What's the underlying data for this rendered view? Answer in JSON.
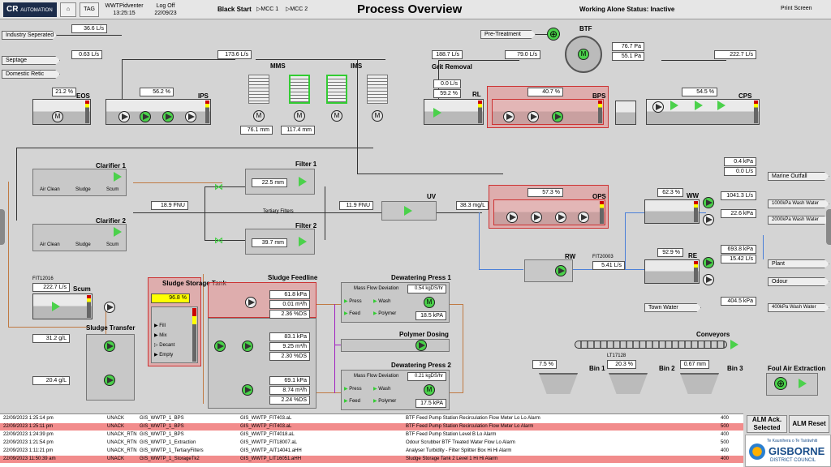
{
  "header": {
    "logo": "CR",
    "logo_sub": "AUTOMATION",
    "tag": "TAG",
    "user": "WWTPidventer",
    "time": "13:25:15",
    "logoff": "Log Off",
    "date": "22/09/23",
    "black_start": "Black Start",
    "mcc1": "MCC 1",
    "mcc2": "MCC 2",
    "title": "Process Overview",
    "working_alone": "Working Alone Status: Inactive",
    "print": "Print Screen"
  },
  "inflows": {
    "industry": "Industry Seperated",
    "industry_val": "36.6 L/s",
    "septage": "Septage",
    "septage_val": "0.63 L/s",
    "domestic": "Domestic Retic",
    "mms_val": "173.6 L/s"
  },
  "eos": {
    "label": "EOS",
    "pct": "21.2 %"
  },
  "ips": {
    "label": "IPS",
    "pct": "56.2 %"
  },
  "mms": {
    "label": "MMS",
    "level": "76.1 mm"
  },
  "ims": {
    "label": "IMS",
    "level": "117.4 mm"
  },
  "grit": {
    "label": "Grit Removal",
    "flow": "188.7 L/s",
    "val1": "0.0 L/s",
    "val2": "59.2 %",
    "rl": "RL"
  },
  "pretreat": {
    "label": "Pre-Treatment Odour"
  },
  "btf": {
    "label": "BTF",
    "flow": "79.0 L/s",
    "p1": "76.7 Pa",
    "p2": "55.1 Pa"
  },
  "bps": {
    "label": "BPS",
    "pct": "40.7 %"
  },
  "cps": {
    "label": "CPS",
    "pct": "54.5 %",
    "flow": "222.7 L/s"
  },
  "clarifier1": {
    "label": "Clarifier 1",
    "air": "Air Clean",
    "sludge": "Sludge",
    "scum": "Scum"
  },
  "clarifier2": {
    "label": "Clarifier 2",
    "air": "Air Clean",
    "sludge": "Sludge",
    "scum": "Scum"
  },
  "fnu1": "18.9 FNU",
  "filter1": {
    "label": "Filter 1",
    "val": "22.5 mm"
  },
  "filter2": {
    "label": "Filter 2",
    "val": "39.7 mm"
  },
  "tertiary": "Tertiary Filters",
  "fnu2": "11.9 FNU",
  "uv": {
    "label": "UV",
    "val": "38.3 mg/L"
  },
  "ops": {
    "label": "OPS",
    "pct": "57.3 %"
  },
  "marine": {
    "label": "Marine Outfall",
    "kpa": "0.4 kPa",
    "ls": "0.0 L/s"
  },
  "ww": {
    "label": "WW",
    "pct": "62.3 %",
    "flow": "1041.3 L/s",
    "kpa": "22.6 kPa",
    "o1": "1000kPa Wash Water",
    "o2": "2000kPa Wash Water"
  },
  "rw": {
    "label": "RW",
    "fit": "FIT20003",
    "flow": "5.41 L/s"
  },
  "re": {
    "label": "RE",
    "pct": "92.9 %",
    "v1": "693.8 kPa",
    "v2": "15.42 L/s",
    "o1": "Plant",
    "o2": "Odour"
  },
  "town": {
    "label": "Town Water",
    "val": "404.5 kPa",
    "out": "400kPa Wash Water"
  },
  "scum": {
    "label": "Scum",
    "fit": "FIT12016",
    "flow": "222.7 L/s"
  },
  "sludge_transfer": {
    "label": "Sludge Transfer",
    "v1": "31.2 g/L",
    "v2": "20.4 g/L"
  },
  "sst": {
    "label": "Sludge Storage Tank",
    "pct": "96.8 %",
    "fill": "Fill",
    "mix": "Mix",
    "decant": "Decant",
    "empty": "Empty"
  },
  "feedline": {
    "label": "Sludge Feedline",
    "a1": "61.8 kPa",
    "a2": "0.01 m³/h",
    "a3": "2.36 %DS",
    "b1": "83.1 kPa",
    "b2": "9.25 m³/h",
    "b3": "2.30 %DS",
    "c1": "69.1 kPa",
    "c2": "8.74 m³/h",
    "c3": "2.24 %DS"
  },
  "dp1": {
    "label": "Dewatering Press 1",
    "mfd": "Mass Flow Deviation",
    "mfd_val": "0.54 kgDS/hr",
    "press": "Press",
    "wash": "Wash",
    "feed": "Feed",
    "polymer": "Polymer",
    "kpa": "18.5 kPA"
  },
  "polymer_dosing": "Polymer Dosing",
  "dp2": {
    "label": "Dewatering Press 2",
    "mfd": "Mass Flow Deviation",
    "mfd_val": "0.21 kgDS/hr",
    "press": "Press",
    "wash": "Wash",
    "feed": "Feed",
    "polymer": "Polymer",
    "kpa": "17.5 kPA"
  },
  "conveyors": "Conveyors",
  "bins": {
    "b1": "Bin 1",
    "b1v": "7.5 %",
    "b2": "Bin 2",
    "b2v": "20.3 %",
    "lt": "LT17128",
    "b3": "Bin 3",
    "b3v": "0.67 mm"
  },
  "foul": "Foul Air Extraction",
  "alarm_buttons": {
    "ack": "ALM Ack. Selected",
    "reset": "ALM Reset"
  },
  "council": {
    "maori": "Te Kaunihera o Te Tairāwhiti",
    "name": "GISBORNE",
    "sub": "DISTRICT COUNCIL"
  },
  "alarms": [
    {
      "time": "22/09/2023 1:25:14 pm",
      "state": "UNACK",
      "group": "GIS_WWTP_1_BPS",
      "tag": "GIS_WWTP_FIT403.aL",
      "desc": "BTF Feed Pump Station Recirculation Flow Meter Lo Lo Alarm",
      "pri": "400"
    },
    {
      "time": "22/09/2023 1:25:11 pm",
      "state": "UNACK",
      "group": "GIS_WWTP_1_BPS",
      "tag": "GIS_WWTP_FIT403.aL",
      "desc": "BTF Feed Pump Station Recirculation Flow Meter Lo Alarm",
      "pri": "500"
    },
    {
      "time": "22/09/2023 1:24:39 pm",
      "state": "UNACK_RTN",
      "group": "GIS_WWTP_1_BPS",
      "tag": "GIS_WWTP_FIT4018.aL",
      "desc": "BTF Feed Pump Station Level B Lo Alarm",
      "pri": "400"
    },
    {
      "time": "22/09/2023 1:21:54 pm",
      "state": "UNACK_RTN",
      "group": "GIS_WWTP_1_Extraction",
      "tag": "GIS_WWTP_FIT18007.aL",
      "desc": "Odour Scrubber BTF Treated Water Flow Lo Alarm",
      "pri": "500"
    },
    {
      "time": "22/09/2023 1:11:21 pm",
      "state": "UNACK_RTN",
      "group": "GIS_WWTP_1_TertiaryFilters",
      "tag": "GIS_WWTP_AIT14041.aHH",
      "desc": "Analyser Turbidity - Filter Splitter Box Hi Hi Alarm",
      "pri": "400"
    },
    {
      "time": "22/09/2023 11:50:39 am",
      "state": "UNACK",
      "group": "GIS_WWTP_1_StorageTk2",
      "tag": "GIS_WWTP_LIT16051.aHH",
      "desc": "Sludge Storage Tank 2 Level 1 Hi Hi Alarm",
      "pri": "400"
    }
  ]
}
